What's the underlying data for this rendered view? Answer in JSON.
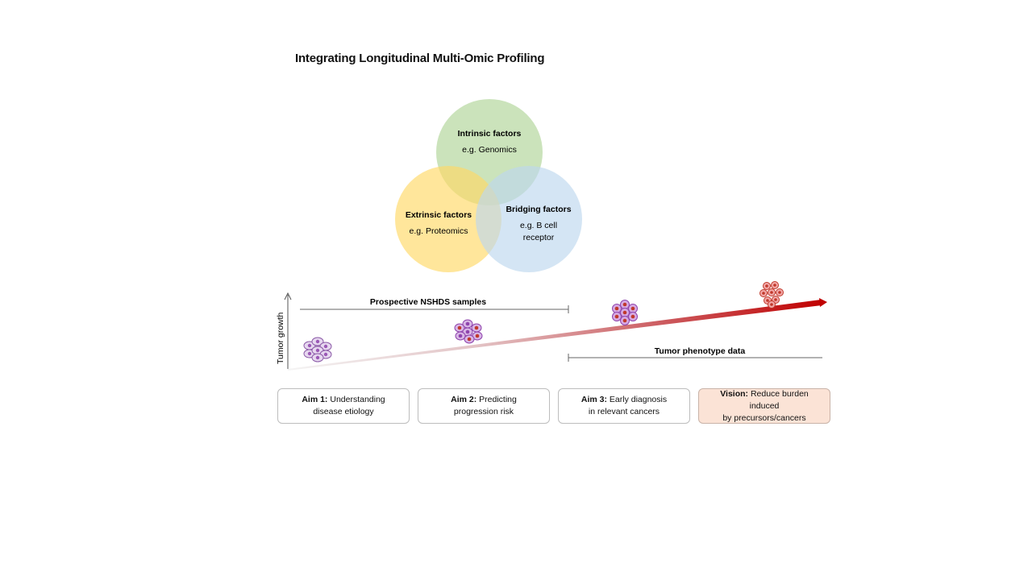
{
  "title": "Integrating Longitudinal Multi-Omic Profiling",
  "venn": {
    "intrinsic": {
      "heading": "Intrinsic factors",
      "example": "e.g. Genomics",
      "color": "#a9d18e"
    },
    "extrinsic": {
      "heading": "Extrinsic factors",
      "example": "e.g. Proteomics",
      "color": "#ffd966"
    },
    "bridging": {
      "heading": "Bridging factors",
      "example_line1": "e.g. B cell",
      "example_line2": "receptor",
      "color": "#bdd7ee"
    }
  },
  "timeline": {
    "y_axis_label": "Tumor growth",
    "prospective_label": "Prospective NSHDS samples",
    "phenotype_label": "Tumor phenotype data",
    "arrow_color": "#c00000"
  },
  "aims": [
    {
      "key": "Aim 1:",
      "line1_rest": " Understanding",
      "line2": "disease etiology"
    },
    {
      "key": "Aim 2:",
      "line1_rest": " Predicting",
      "line2": "progression risk"
    },
    {
      "key": "Aim 3:",
      "line1_rest": " Early diagnosis",
      "line2": "in relevant cancers"
    },
    {
      "key": "Vision:",
      "line1_rest": " Reduce burden induced",
      "line2": "by precursors/cancers"
    }
  ]
}
